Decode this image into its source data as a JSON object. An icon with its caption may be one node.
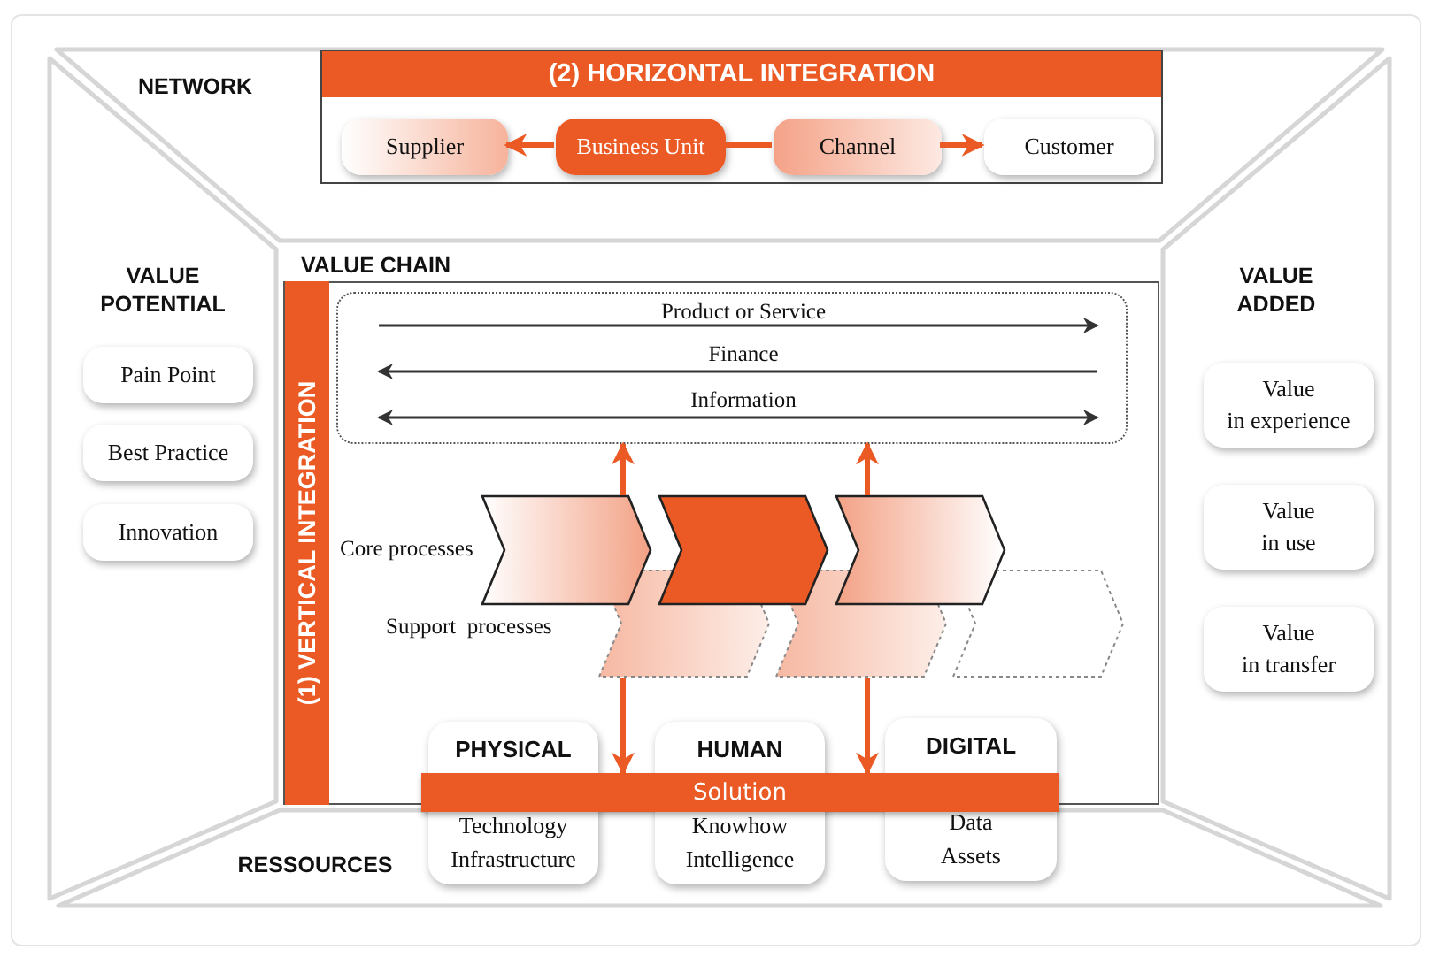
{
  "diagram": {
    "nodes": [
      {
        "text": [
          "NETWORK"
        ]
      },
      {
        "text": [
          "(2) HORIZONTAL INTEGRATION"
        ],
        "in": 0
      },
      {
        "text": [
          "Supplier"
        ],
        "in": 1
      },
      {
        "text": [
          "Business Unit"
        ],
        "in": 1
      },
      {
        "text": [
          "Channel"
        ],
        "in": 1
      },
      {
        "text": [
          "Customer"
        ],
        "in": 1
      },
      {
        "text": [
          "VALUE POTENTIAL"
        ]
      },
      {
        "text": [
          "Pain Point"
        ],
        "in": 6
      },
      {
        "text": [
          "Best Practice"
        ],
        "in": 6
      },
      {
        "text": [
          "Innovation"
        ],
        "in": 6
      },
      {
        "text": [
          "VALUE CHAIN"
        ]
      },
      {
        "text": [
          "(1) VERTICAL INTEGRATION"
        ],
        "in": 10
      },
      {
        "text": [],
        "shape": "box",
        "in": 10
      },
      {
        "text": [],
        "shape": "chevron",
        "in": 10
      },
      {
        "text": [],
        "shape": "chevron",
        "in": 10
      },
      {
        "text": [],
        "shape": "chevron",
        "in": 10
      },
      {
        "text": [],
        "shape": "chevron",
        "in": 10
      },
      {
        "text": [],
        "shape": "chevron",
        "in": 10
      },
      {
        "text": [],
        "shape": "chevron",
        "in": 10
      },
      {
        "text": [
          "VALUE ADDED"
        ]
      },
      {
        "text": [
          "Value in experience"
        ],
        "in": 19
      },
      {
        "text": [
          "Value in use"
        ],
        "in": 19
      },
      {
        "text": [
          "Value in transfer"
        ],
        "in": 19
      },
      {
        "text": [
          "RESSOURCES"
        ]
      },
      {
        "text": [
          "PHYSICAL",
          "Technology Infrastructure"
        ]
      },
      {
        "text": [
          "HUMAN",
          "Knowhow Intelligence"
        ]
      },
      {
        "text": [
          "DIGITAL",
          "Data Assets"
        ]
      },
      {
        "text": [
          "Solution"
        ]
      }
    ],
    "edges": [
      {
        "from": 3,
        "to": 2,
        "arrow": "to"
      },
      {
        "from": 3,
        "to": 4,
        "arrow": "none"
      },
      {
        "from": 4,
        "to": 5,
        "arrow": "to"
      },
      {
        "from": 13,
        "to": 12,
        "arrow": "to"
      },
      {
        "from": 15,
        "to": 12,
        "arrow": "to"
      },
      {
        "from": 16,
        "to": 27,
        "arrow": "to"
      },
      {
        "from": 17,
        "to": 27,
        "arrow": "to"
      }
    ],
    "labels": [
      "Product or Service",
      "Finance",
      "Information",
      "Core processes",
      "Support  processes"
    ]
  }
}
